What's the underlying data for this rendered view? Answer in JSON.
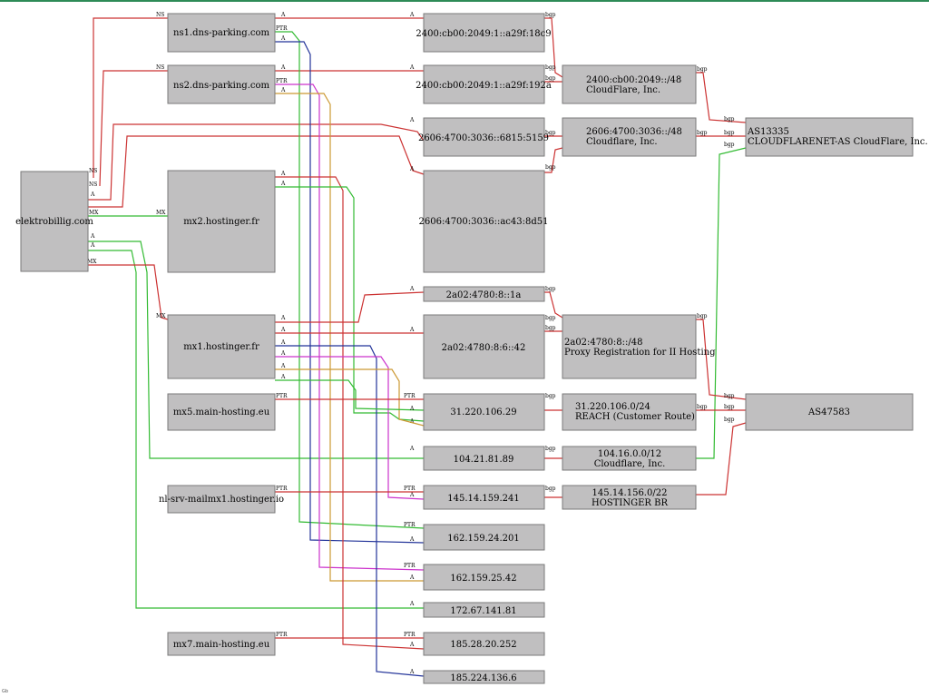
{
  "colors": {
    "A": "#cc3333",
    "NS": "#cc3333",
    "MX": "#cc3333",
    "bgp": "#cc3333",
    "green": "#33bb33",
    "blue": "#223399",
    "magenta": "#cc33cc",
    "orange": "#cc9933"
  },
  "nodes": {
    "elektro": {
      "label": "elektrobillig.com"
    },
    "ns1": {
      "label": "ns1.dns-parking.com"
    },
    "ns2": {
      "label": "ns2.dns-parking.com"
    },
    "mx2": {
      "label": "mx2.hostinger.fr"
    },
    "mx1": {
      "label": "mx1.hostinger.fr"
    },
    "mx5": {
      "label": "mx5.main-hosting.eu"
    },
    "nlsrv": {
      "label": "nl-srv-mailmx1.hostinger.io"
    },
    "mx7": {
      "label": "mx7.main-hosting.eu"
    },
    "ip6a": {
      "label": "2400:cb00:2049:1::a29f:18c9"
    },
    "ip6b": {
      "label": "2400:cb00:2049:1::a29f:192a"
    },
    "ip6c": {
      "label": "2606:4700:3036::6815:5159"
    },
    "ip6d": {
      "label": "2606:4700:3036::ac43:8d51"
    },
    "ip6e": {
      "label": "2a02:4780:8::1a"
    },
    "ip6f": {
      "label": "2a02:4780:8:6::42"
    },
    "ip31": {
      "label": "31.220.106.29"
    },
    "ip104": {
      "label": "104.21.81.89"
    },
    "ip145": {
      "label": "145.14.159.241"
    },
    "ip162a": {
      "label": "162.159.24.201"
    },
    "ip162b": {
      "label": "162.159.25.42"
    },
    "ip172": {
      "label": "172.67.141.81"
    },
    "ip185a": {
      "label": "185.28.20.252"
    },
    "ip185b": {
      "label": "185.224.136.6"
    },
    "pfx2400": {
      "lines": [
        "2400:cb00:2049::/48",
        "CloudFlare, Inc."
      ]
    },
    "pfx2606": {
      "lines": [
        "2606:4700:3036::/48",
        "Cloudflare, Inc."
      ]
    },
    "pfx2a02": {
      "lines": [
        "2a02:4780:8::/48",
        "Proxy Registration for II Hosting"
      ]
    },
    "pfx31": {
      "lines": [
        "31.220.106.0/24",
        "REACH (Customer Route)"
      ]
    },
    "pfx104": {
      "lines": [
        "104.16.0.0/12",
        "Cloudflare, Inc."
      ]
    },
    "pfx145": {
      "lines": [
        "145.14.156.0/22",
        "HOSTINGER BR"
      ]
    },
    "as13335": {
      "lines": [
        "AS13335",
        "CLOUDFLARENET-AS CloudFlare, Inc."
      ]
    },
    "as47583": {
      "lines": [
        "AS47583"
      ]
    }
  },
  "edge_labels": {
    "A": "A",
    "NS": "NS",
    "MX": "MX",
    "PTR": "PTR",
    "bgp": "bgp"
  },
  "corner_mark": "Gb"
}
